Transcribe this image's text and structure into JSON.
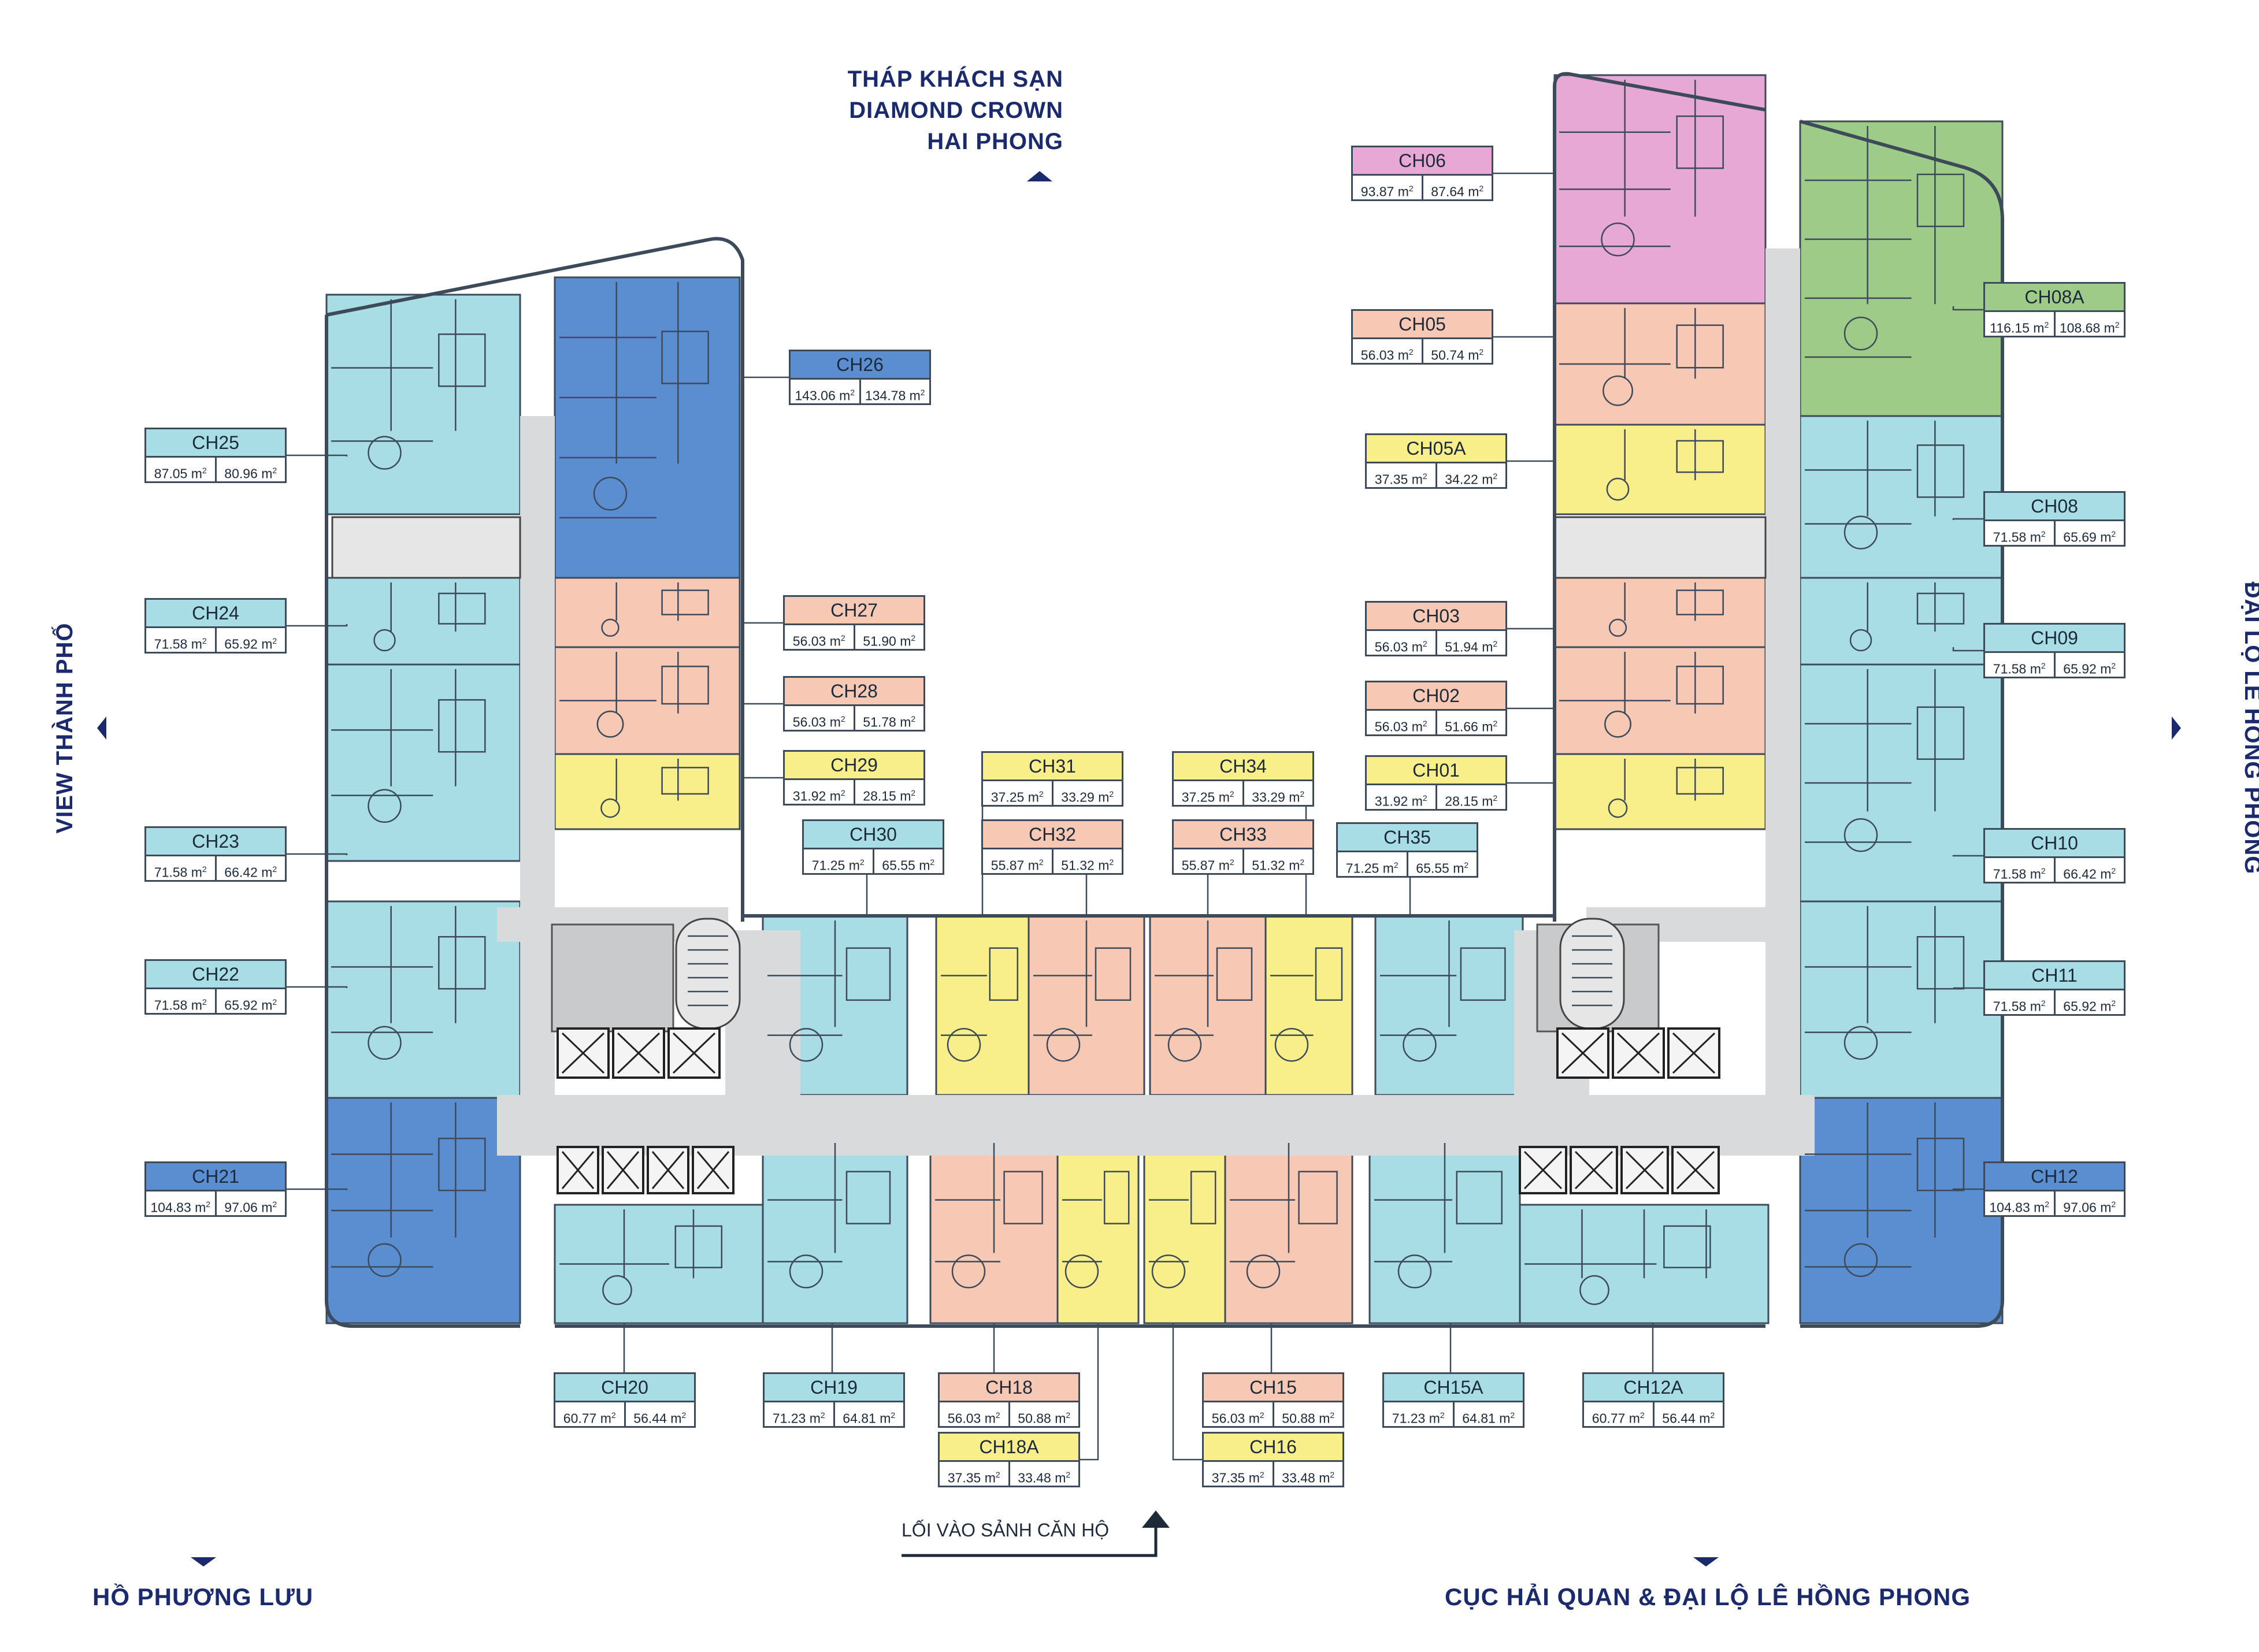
{
  "directions": {
    "top": [
      "THÁP KHÁCH SẠN",
      "DIAMOND CROWN",
      "HAI PHONG"
    ],
    "left": "VIEW THÀNH PHỐ",
    "right": "ĐẠI LỘ LÊ HỒNG PHONG",
    "bottom_left": "HỒ PHƯƠNG LƯU",
    "bottom_right": "CỤC HẢI QUAN & ĐẠI LỘ LÊ HỒNG PHONG",
    "entrance": "LỐI VÀO SẢNH CĂN HỘ"
  },
  "unit_sup": "2",
  "colors": {
    "cyan": "#a8dde6",
    "blue": "#5b8ed0",
    "peach": "#f7c8b4",
    "yellow": "#f8ef8a",
    "pink": "#e7a8d6",
    "green": "#9fcb88",
    "corridor": "#d9dadb",
    "text_dir": "#1a2a6c"
  },
  "units": [
    {
      "id": "CH06",
      "a1": "93.87 m",
      "a2": "87.64 m",
      "color": "#e7a8d6"
    },
    {
      "id": "CH05",
      "a1": "56.03 m",
      "a2": "50.74 m",
      "color": "#f7c8b4"
    },
    {
      "id": "CH05A",
      "a1": "37.35 m",
      "a2": "34.22 m",
      "color": "#f8ef8a"
    },
    {
      "id": "CH08A",
      "a1": "116.15 m",
      "a2": "108.68 m",
      "color": "#9fcb88"
    },
    {
      "id": "CH08",
      "a1": "71.58 m",
      "a2": "65.69 m",
      "color": "#a8dde6"
    },
    {
      "id": "CH09",
      "a1": "71.58 m",
      "a2": "65.92 m",
      "color": "#a8dde6"
    },
    {
      "id": "CH03",
      "a1": "56.03 m",
      "a2": "51.94 m",
      "color": "#f7c8b4"
    },
    {
      "id": "CH02",
      "a1": "56.03 m",
      "a2": "51.66 m",
      "color": "#f7c8b4"
    },
    {
      "id": "CH01",
      "a1": "31.92 m",
      "a2": "28.15 m",
      "color": "#f8ef8a"
    },
    {
      "id": "CH35",
      "a1": "71.25 m",
      "a2": "65.55 m",
      "color": "#a8dde6"
    },
    {
      "id": "CH10",
      "a1": "71.58 m",
      "a2": "66.42 m",
      "color": "#a8dde6"
    },
    {
      "id": "CH11",
      "a1": "71.58 m",
      "a2": "65.92 m",
      "color": "#a8dde6"
    },
    {
      "id": "CH12",
      "a1": "104.83 m",
      "a2": "97.06 m",
      "color": "#5b8ed0"
    },
    {
      "id": "CH12A",
      "a1": "60.77 m",
      "a2": "56.44 m",
      "color": "#a8dde6"
    },
    {
      "id": "CH15A",
      "a1": "71.23 m",
      "a2": "64.81 m",
      "color": "#a8dde6"
    },
    {
      "id": "CH15",
      "a1": "56.03 m",
      "a2": "50.88 m",
      "color": "#f7c8b4"
    },
    {
      "id": "CH16",
      "a1": "37.35 m",
      "a2": "33.48 m",
      "color": "#f8ef8a"
    },
    {
      "id": "CH18",
      "a1": "56.03 m",
      "a2": "50.88 m",
      "color": "#f7c8b4"
    },
    {
      "id": "CH18A",
      "a1": "37.35 m",
      "a2": "33.48 m",
      "color": "#f8ef8a"
    },
    {
      "id": "CH19",
      "a1": "71.23 m",
      "a2": "64.81 m",
      "color": "#a8dde6"
    },
    {
      "id": "CH20",
      "a1": "60.77 m",
      "a2": "56.44 m",
      "color": "#a8dde6"
    },
    {
      "id": "CH21",
      "a1": "104.83 m",
      "a2": "97.06 m",
      "color": "#5b8ed0"
    },
    {
      "id": "CH22",
      "a1": "71.58 m",
      "a2": "65.92 m",
      "color": "#a8dde6"
    },
    {
      "id": "CH23",
      "a1": "71.58 m",
      "a2": "66.42 m",
      "color": "#a8dde6"
    },
    {
      "id": "CH24",
      "a1": "71.58 m",
      "a2": "65.92 m",
      "color": "#a8dde6"
    },
    {
      "id": "CH25",
      "a1": "87.05 m",
      "a2": "80.96 m",
      "color": "#a8dde6"
    },
    {
      "id": "CH26",
      "a1": "143.06 m",
      "a2": "134.78 m",
      "color": "#5b8ed0"
    },
    {
      "id": "CH27",
      "a1": "56.03 m",
      "a2": "51.90 m",
      "color": "#f7c8b4"
    },
    {
      "id": "CH28",
      "a1": "56.03 m",
      "a2": "51.78 m",
      "color": "#f7c8b4"
    },
    {
      "id": "CH29",
      "a1": "31.92 m",
      "a2": "28.15 m",
      "color": "#f8ef8a"
    },
    {
      "id": "CH30",
      "a1": "71.25 m",
      "a2": "65.55 m",
      "color": "#a8dde6"
    },
    {
      "id": "CH31",
      "a1": "37.25 m",
      "a2": "33.29 m",
      "color": "#f8ef8a"
    },
    {
      "id": "CH32",
      "a1": "55.87 m",
      "a2": "51.32 m",
      "color": "#f7c8b4"
    },
    {
      "id": "CH33",
      "a1": "55.87 m",
      "a2": "51.32 m",
      "color": "#f7c8b4"
    },
    {
      "id": "CH34",
      "a1": "37.25 m",
      "a2": "33.29 m",
      "color": "#f8ef8a"
    }
  ]
}
